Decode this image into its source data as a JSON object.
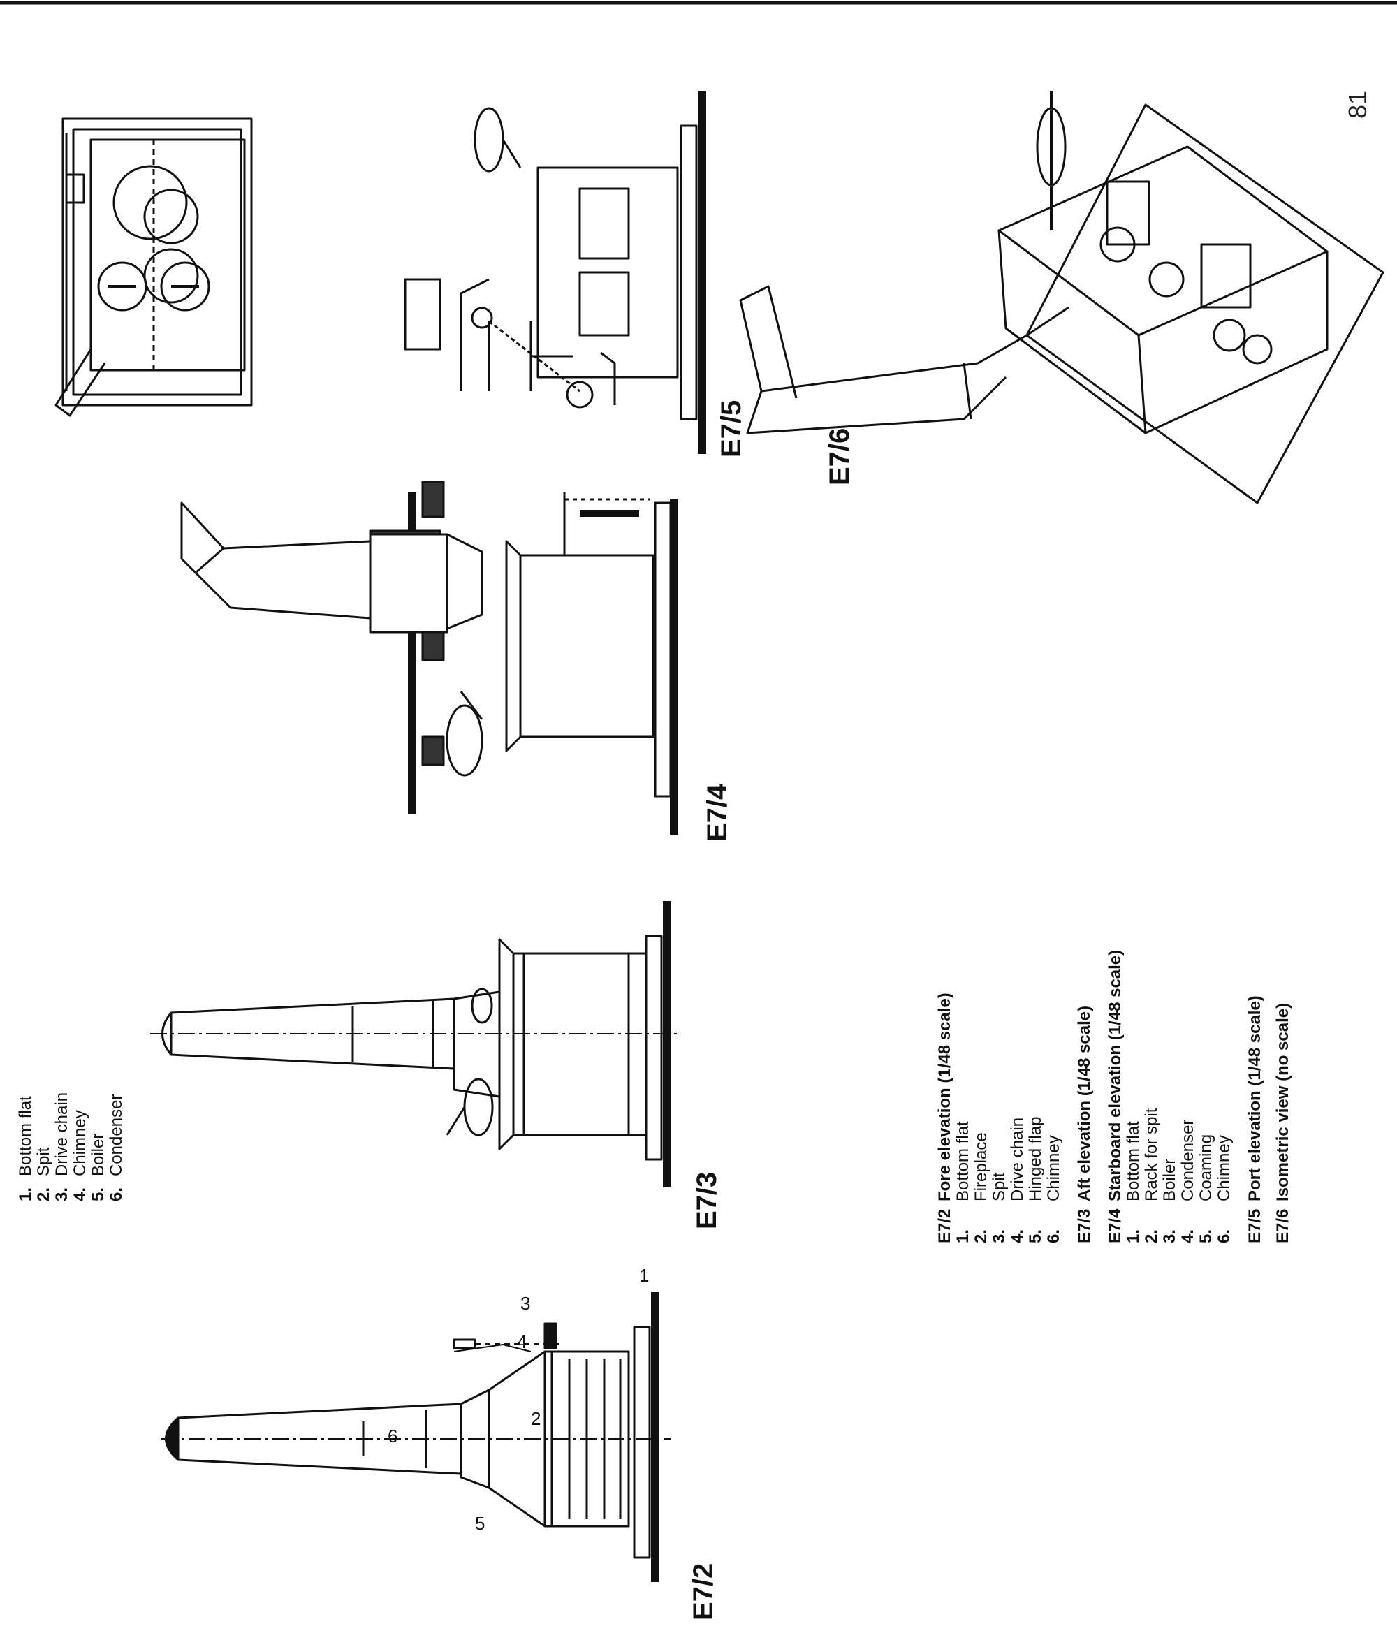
{
  "page_number": "81",
  "top_list": [
    {
      "n": "1.",
      "t": "Bottom flat"
    },
    {
      "n": "2.",
      "t": "Spit"
    },
    {
      "n": "3.",
      "t": "Drive chain"
    },
    {
      "n": "4.",
      "t": "Chimney"
    },
    {
      "n": "5.",
      "t": "Boiler"
    },
    {
      "n": "6.",
      "t": "Condenser"
    }
  ],
  "figures": {
    "e72": "E7/2",
    "e73": "E7/3",
    "e74": "E7/4",
    "e75": "E7/5",
    "e76": "E7/6"
  },
  "callouts": {
    "c1": "1",
    "c2": "2",
    "c3": "3",
    "c4": "4",
    "c5": "5",
    "c6": "6"
  },
  "legend": {
    "e72": {
      "key": "E7/2",
      "title": "Fore elevation (1/48 scale)",
      "items": [
        {
          "n": "1.",
          "t": "Bottom flat"
        },
        {
          "n": "2.",
          "t": "Fireplace"
        },
        {
          "n": "3.",
          "t": "Spit"
        },
        {
          "n": "4.",
          "t": "Drive chain"
        },
        {
          "n": "5.",
          "t": "Hinged flap"
        },
        {
          "n": "6.",
          "t": "Chimney"
        }
      ]
    },
    "e73": {
      "key": "E7/3",
      "title": "Aft elevation (1/48 scale)"
    },
    "e74": {
      "key": "E7/4",
      "title": "Starboard elevation (1/48 scale)",
      "items": [
        {
          "n": "1.",
          "t": "Bottom flat"
        },
        {
          "n": "2.",
          "t": "Rack for spit"
        },
        {
          "n": "3.",
          "t": "Boiler"
        },
        {
          "n": "4.",
          "t": "Condenser"
        },
        {
          "n": "5.",
          "t": "Coaming"
        },
        {
          "n": "6.",
          "t": "Chimney"
        }
      ]
    },
    "e75": {
      "key": "E7/5",
      "title": "Port elevation (1/48 scale)"
    },
    "e76": {
      "key": "E7/6",
      "title": "Isometric view (no scale)"
    }
  }
}
